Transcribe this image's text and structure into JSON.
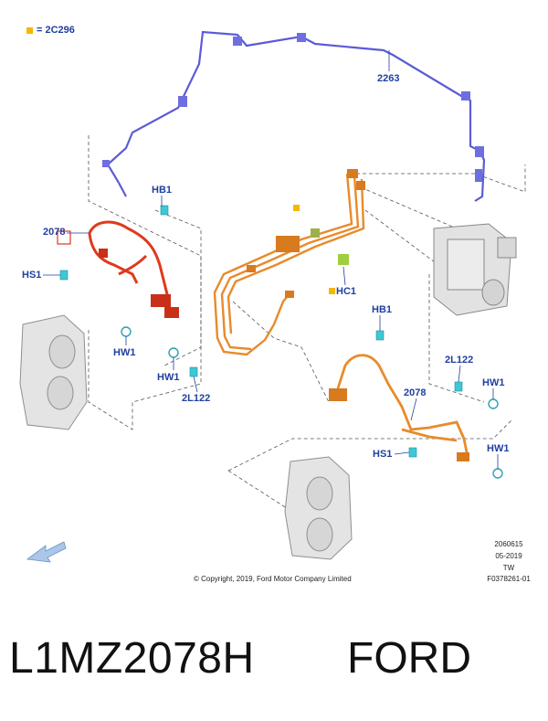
{
  "legend": {
    "label": "= 2C296",
    "color": "#f5b800"
  },
  "callouts": {
    "c2263": "2263",
    "hb1_left": "HB1",
    "p2078_left": "2078",
    "hs1_left": "HS1",
    "hw1_left_a": "HW1",
    "hw1_left_b": "HW1",
    "l122_left": "2L122",
    "hc1": "HC1",
    "hb1_right": "HB1",
    "l122_right": "2L122",
    "hw1_right_a": "HW1",
    "p2078_right": "2078",
    "hs1_right": "HS1",
    "hw1_right_b": "HW1"
  },
  "meta": {
    "date_code": "2060615",
    "revision": "05-2019",
    "region": "TW",
    "figure_id": "F0378261-01",
    "copyright": "© Copyright, 2019, Ford Motor Company Limited"
  },
  "caption": {
    "part_number": "L1MZ2078H",
    "brand": "FORD"
  },
  "colors": {
    "callout": "#1f3f9f",
    "purple_line": "#5b5bd6",
    "red_hose": "#e0391c",
    "orange_hose": "#e98a2a",
    "connector_cyan": "#3fc7d6"
  }
}
